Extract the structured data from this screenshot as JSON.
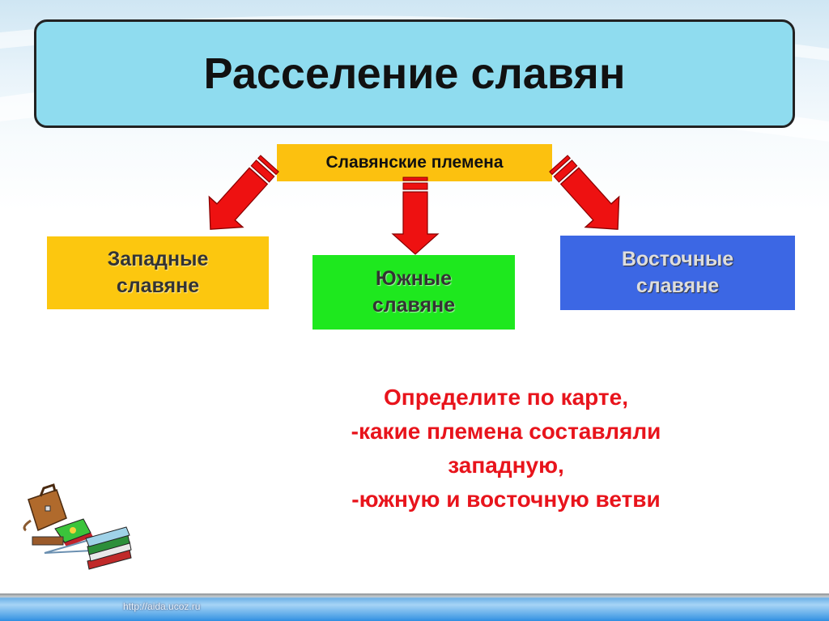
{
  "title": "Расселение славян",
  "root": "Славянские племена",
  "branches": {
    "west": [
      "Западные",
      "славяне"
    ],
    "south": [
      "Южные",
      "славяне"
    ],
    "east": [
      "Восточные",
      "славяне"
    ]
  },
  "question": [
    "Определите по карте,",
    "-какие племена составляли",
    "западную,",
    "-южную и восточную ветви"
  ],
  "footer_url": "http://aida.ucoz.ru",
  "colors": {
    "title_bg": "#8fdcef",
    "root_bg": "#fcc10f",
    "west_bg": "#fcc70f",
    "south_bg": "#1ee81e",
    "east_bg": "#3c67e4",
    "arrow": "#ee1111",
    "question": "#e8141c"
  }
}
